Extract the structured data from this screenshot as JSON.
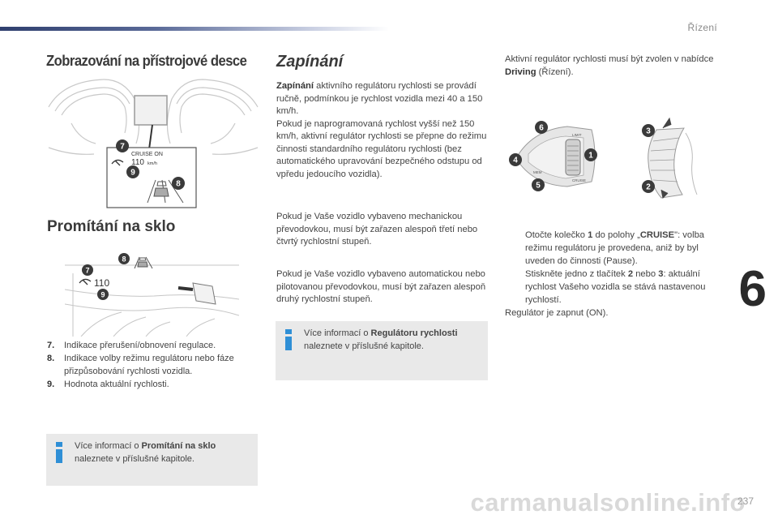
{
  "header": {
    "chapter_name": "Řízení",
    "chapter_number": "6",
    "page_number": "237"
  },
  "watermark": "carmanualsonline.info",
  "sections": {
    "display": {
      "title": "Zobrazování na přístrojové desce",
      "figure": {
        "readout_label": "CRUISE ON",
        "readout_speed": "110",
        "readout_unit": "km/h",
        "callouts": [
          "7",
          "9",
          "8"
        ]
      }
    },
    "hud": {
      "title": "Promítání na sklo",
      "figure": {
        "speed": "110",
        "callouts": [
          "7",
          "8",
          "9"
        ]
      }
    },
    "legend": [
      {
        "num": "7.",
        "text": "Indikace přerušení/obnovení regulace."
      },
      {
        "num": "8.",
        "text": "Indikace volby režimu regulátoru nebo fáze přizpůsobování rychlosti vozidla."
      },
      {
        "num": "9.",
        "text": "Hodnota aktuální rychlosti."
      }
    ],
    "info_hud": {
      "prefix": "Více informací o ",
      "bold": "Promítání na sklo",
      "suffix": "naleznete v příslušné kapitole."
    },
    "start": {
      "title": "Zapínání",
      "p1_bold": "Zapínání",
      "p1_rest": " aktivního regulátoru rychlosti se provádí ručně, podmínkou je rychlost vozidla mezi 40 a 150 km/h.",
      "p1_line2": "Pokud je naprogramovaná rychlost vyšší než 150 km/h, aktivní regulátor rychlosti se přepne do režimu činnosti standardního regulátoru rychlosti (bez automatického upravování bezpečného odstupu od vpředu jedoucího vozidla).",
      "p2": "Pokud je Vaše vozidlo vybaveno mechanickou převodovkou, musí být zařazen alespoň třetí nebo čtvrtý rychlostní stupeň.",
      "p3": "Pokud je Vaše vozidlo vybaveno automatickou nebo pilotovanou převodovkou, musí být zařazen alespoň druhý rychlostní stupeň."
    },
    "info_cruise": {
      "prefix": "Více informací o ",
      "bold": "Regulátoru rychlosti",
      "suffix": "naleznete v příslušné kapitole."
    },
    "right": {
      "intro_pre": "Aktivní regulátor rychlosti musí být zvolen v nabídce ",
      "intro_bold": "Driving",
      "intro_post": " (Řízení).",
      "lever_callouts": [
        "6",
        "1",
        "4",
        "5",
        "3",
        "2"
      ],
      "lever_labels": [
        "LIMIT",
        "CRUISE",
        "MEM"
      ],
      "bullet_mark": "",
      "b1_pre": "Otočte kolečko ",
      "b1_bold1": "1",
      "b1_mid": " do polohy „",
      "b1_bold2": "CRUISE",
      "b1_post": "\": volba režimu regulátoru je provedena, aniž by byl uveden do činnosti (Pause).",
      "b2_pre": "Stiskněte jedno z tlačítek ",
      "b2_bold1": "2",
      "b2_mid": " nebo ",
      "b2_bold2": "3",
      "b2_post": ": aktuální rychlost Vašeho vozidla se stává nastavenou rychlostí.",
      "tail": "Regulátor je zapnut (ON)."
    }
  },
  "colors": {
    "info_blue": "#2f8fd6",
    "callout_fill": "#3a3a3a",
    "box_gray": "#e9e9e9"
  }
}
